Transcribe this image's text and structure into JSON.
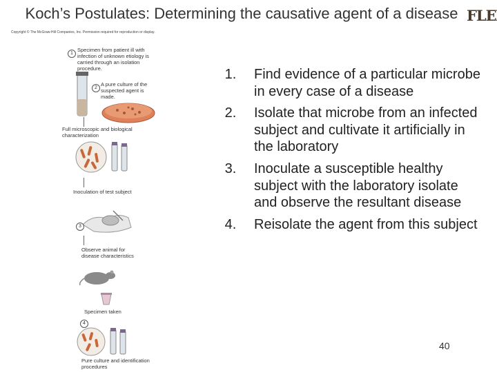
{
  "header": {
    "title": "Koch’s Postulates: Determining the causative agent of a disease",
    "logo_text": "FLEX",
    "copyright": "Copyright © The McGraw-Hill Companies, Inc. Permission required for reproduction or display."
  },
  "figure": {
    "steps": [
      "1",
      "2",
      "3",
      "4"
    ],
    "labels": {
      "specimen": "Specimen from patient ill with infection of unknown etiology is carried through an isolation procedure.",
      "pure_culture": "A pure culture of the suspected agent is made.",
      "characterization": "Full microscopic and biological characterization",
      "inoculation": "Inoculation of test subject",
      "observe": "Observe animal for disease characteristics",
      "specimen_taken": "Specimen taken",
      "final": "Pure culture and identification procedures"
    }
  },
  "postulates": [
    {
      "num": "1.",
      "text": "Find evidence of a particular microbe in every case of a disease"
    },
    {
      "num": "2.",
      "text": "Isolate that microbe from an infected subject and cultivate it artificially in the laboratory"
    },
    {
      "num": "3.",
      "text": "Inoculate a susceptible healthy subject with the laboratory isolate and observe the resultant disease"
    },
    {
      "num": "4.",
      "text": "Reisolate the agent from this subject"
    }
  ],
  "footer": {
    "page_number": "40"
  },
  "colors": {
    "dish": "#e0805a",
    "bacteria": "#c8683a",
    "tube_cap": "#7a6a8a"
  }
}
